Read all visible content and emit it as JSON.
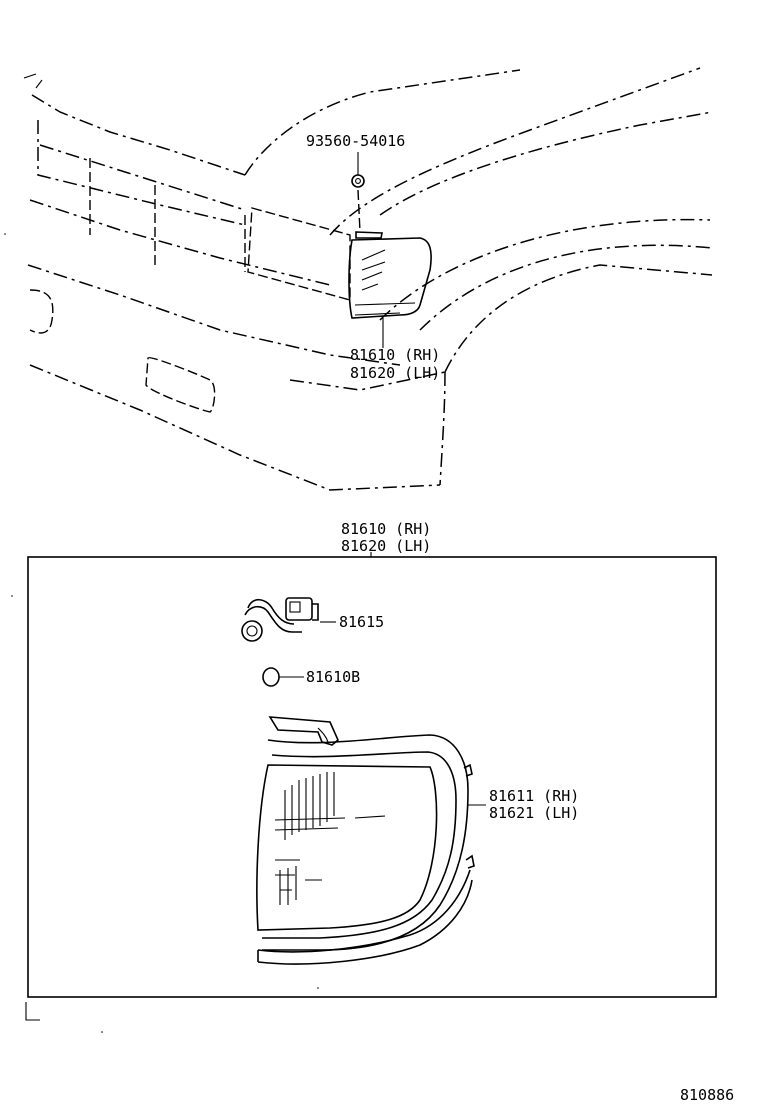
{
  "overview": {
    "bolt_part": "93560-54016",
    "lamp_rh": "81610 (RH)",
    "lamp_lh": "81620 (LH)"
  },
  "detail": {
    "header_rh": "81610 (RH)",
    "header_lh": "81620 (LH)",
    "socket_part": "81615",
    "gasket_part": "81610B",
    "lens_rh": "81611 (RH)",
    "lens_lh": "81621 (LH)"
  },
  "figure_number": "810886"
}
